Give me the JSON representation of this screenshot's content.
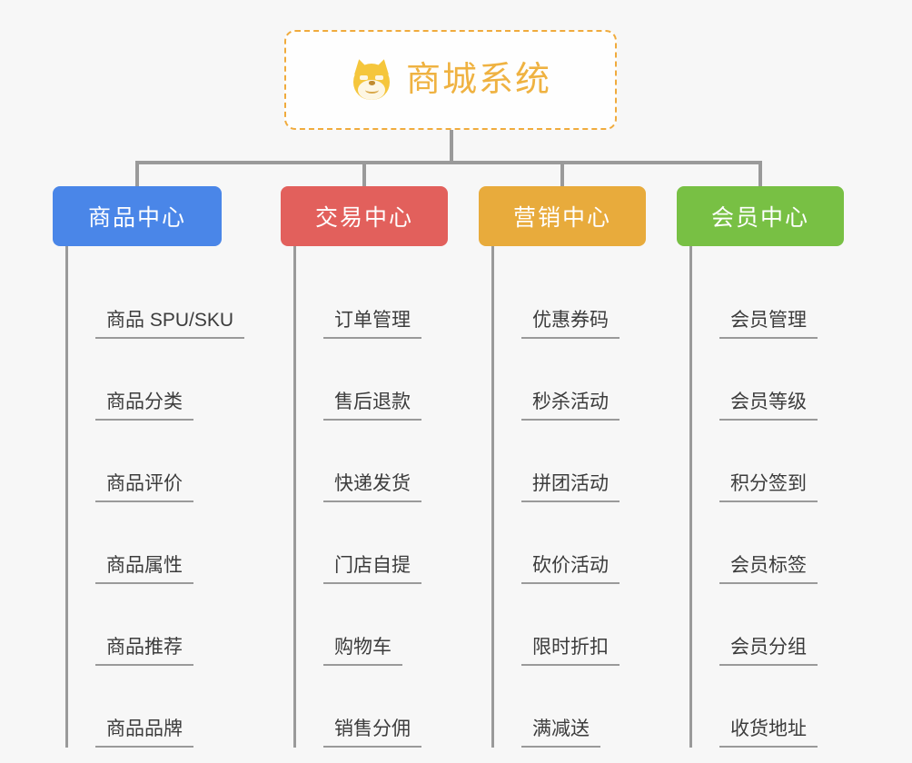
{
  "background_color": "#f7f7f7",
  "root": {
    "title": "商城系统",
    "icon": "shiba-inu-dog-face-emoji",
    "border_color": "#f0ab3d",
    "text_color": "#efb241",
    "fill_color": "#fefefe"
  },
  "connector_color": "#9a9a9a",
  "branches": [
    {
      "label": "商品中心",
      "color": "#4a86e8",
      "items": [
        "商品 SPU/SKU",
        "商品分类",
        "商品评价",
        "商品属性",
        "商品推荐",
        "商品品牌"
      ]
    },
    {
      "label": "交易中心",
      "color": "#e2605c",
      "items": [
        "订单管理",
        "售后退款",
        "快递发货",
        "门店自提",
        "购物车",
        "销售分佣"
      ]
    },
    {
      "label": "营销中心",
      "color": "#e8ab3c",
      "items": [
        "优惠券码",
        "秒杀活动",
        "拼团活动",
        "砍价活动",
        "限时折扣",
        "满减送"
      ]
    },
    {
      "label": "会员中心",
      "color": "#78c044",
      "items": [
        "会员管理",
        "会员等级",
        "积分签到",
        "会员标签",
        "会员分组",
        "收货地址"
      ]
    }
  ]
}
